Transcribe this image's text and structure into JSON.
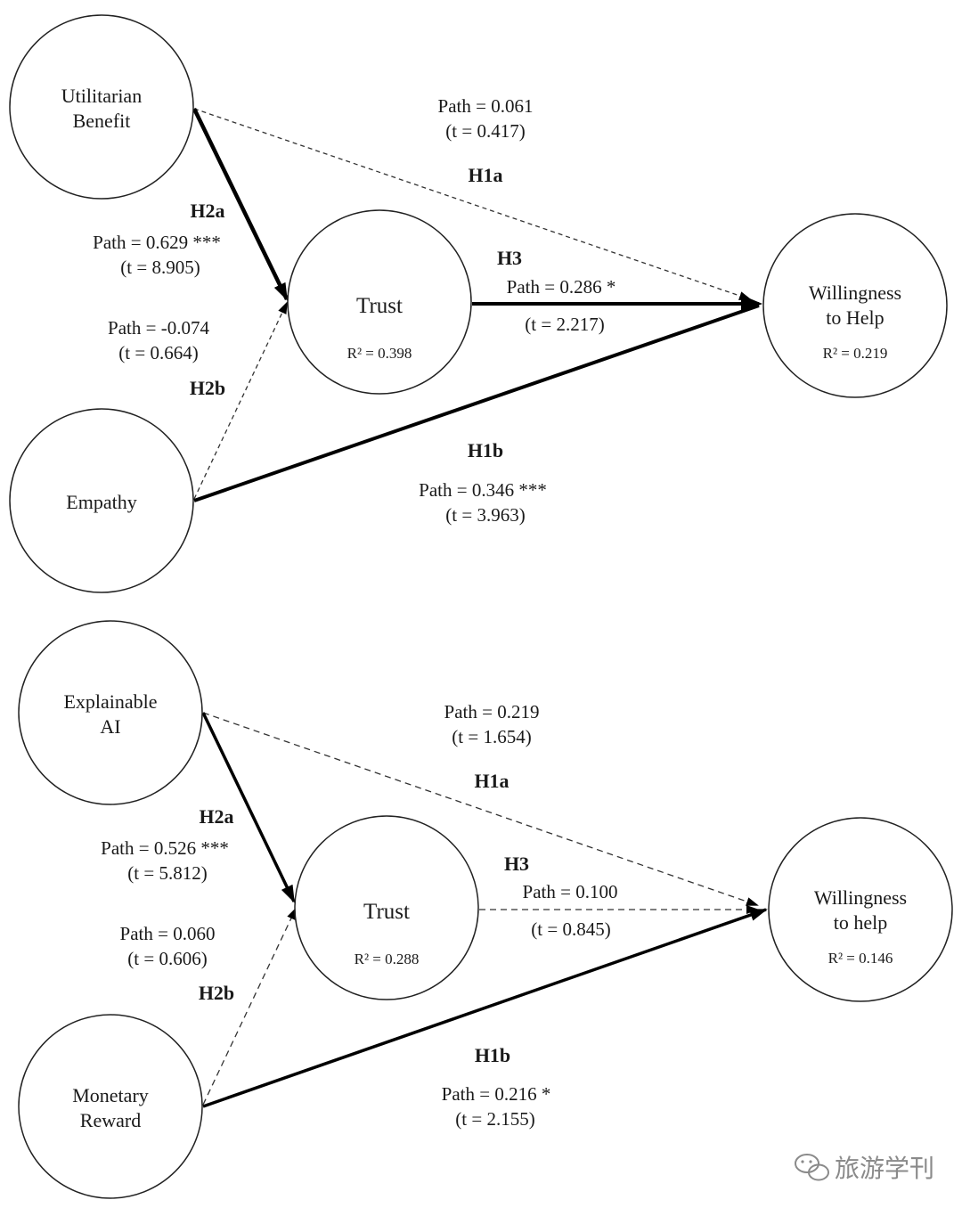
{
  "diagram1": {
    "nodes": {
      "utilitarian": [
        "Utilitarian",
        "Benefit"
      ],
      "empathy": [
        "Empathy"
      ],
      "trust": {
        "label": "Trust",
        "r2": "R² = 0.398"
      },
      "willingness": {
        "label": [
          "Willingness",
          "to Help"
        ],
        "r2": "R² = 0.219"
      }
    },
    "edges": {
      "h1a": {
        "hyp": "H1a",
        "path": "Path = 0.061",
        "t": "(t = 0.417)",
        "significant": false
      },
      "h1b": {
        "hyp": "H1b",
        "path": "Path = 0.346 ***",
        "t": "(t = 3.963)",
        "significant": true
      },
      "h2a": {
        "hyp": "H2a",
        "path": "Path = 0.629 ***",
        "t": "(t = 8.905)",
        "significant": true
      },
      "h2b": {
        "hyp": "H2b",
        "path": "Path = -0.074",
        "t": "(t = 0.664)",
        "significant": false
      },
      "h3": {
        "hyp": "H3",
        "path": "Path = 0.286 *",
        "t": "(t = 2.217)",
        "significant": true
      }
    }
  },
  "diagram2": {
    "nodes": {
      "explainable": [
        "Explainable",
        "AI"
      ],
      "monetary": [
        "Monetary",
        "Reward"
      ],
      "trust": {
        "label": "Trust",
        "r2": "R² = 0.288"
      },
      "willingness": {
        "label": [
          "Willingness",
          "to help"
        ],
        "r2": "R² = 0.146"
      }
    },
    "edges": {
      "h1a": {
        "hyp": "H1a",
        "path": "Path = 0.219",
        "t": "(t = 1.654)",
        "significant": false
      },
      "h1b": {
        "hyp": "H1b",
        "path": "Path = 0.216 *",
        "t": "(t = 2.155)",
        "significant": true
      },
      "h2a": {
        "hyp": "H2a",
        "path": "Path = 0.526 ***",
        "t": "(t = 5.812)",
        "significant": true
      },
      "h2b": {
        "hyp": "H2b",
        "path": "Path = 0.060",
        "t": "(t = 0.606)",
        "significant": false
      },
      "h3": {
        "hyp": "H3",
        "path": "Path = 0.100",
        "t": "(t = 0.845)",
        "significant": false
      }
    }
  },
  "watermark": {
    "text": "旅游学刊",
    "icon": "wechat-icon"
  }
}
